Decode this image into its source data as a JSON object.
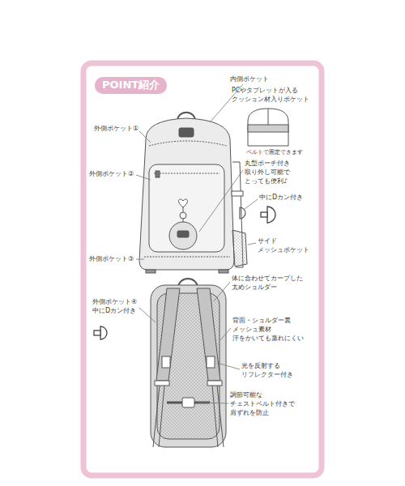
{
  "diagram": {
    "nodes": [
      {
        "text": [
          "POINT紹介"
        ]
      }
    ],
    "labels": [
      "内側ポケット",
      "PCやタブレットが入る クッション材入りポケット",
      "外側ポケット①",
      "ベルトで固定できます",
      "外側ポケット②",
      "丸型ポーチ付き 取り外し可能で とっても便利♪",
      "中にDカン付き",
      "サイド メッシュポケット",
      "外側ポケット③",
      "体に合わせてカーブした 太めショルダー",
      "外側ポケット④ 中にDカン付き",
      "背面・ショルダー裏 メッシュ素材 汗をかいても蒸れにくい",
      "光を反射する リフレクター付き",
      "調節可能な チェストベルト付きで 肩ずれを防止"
    ]
  }
}
